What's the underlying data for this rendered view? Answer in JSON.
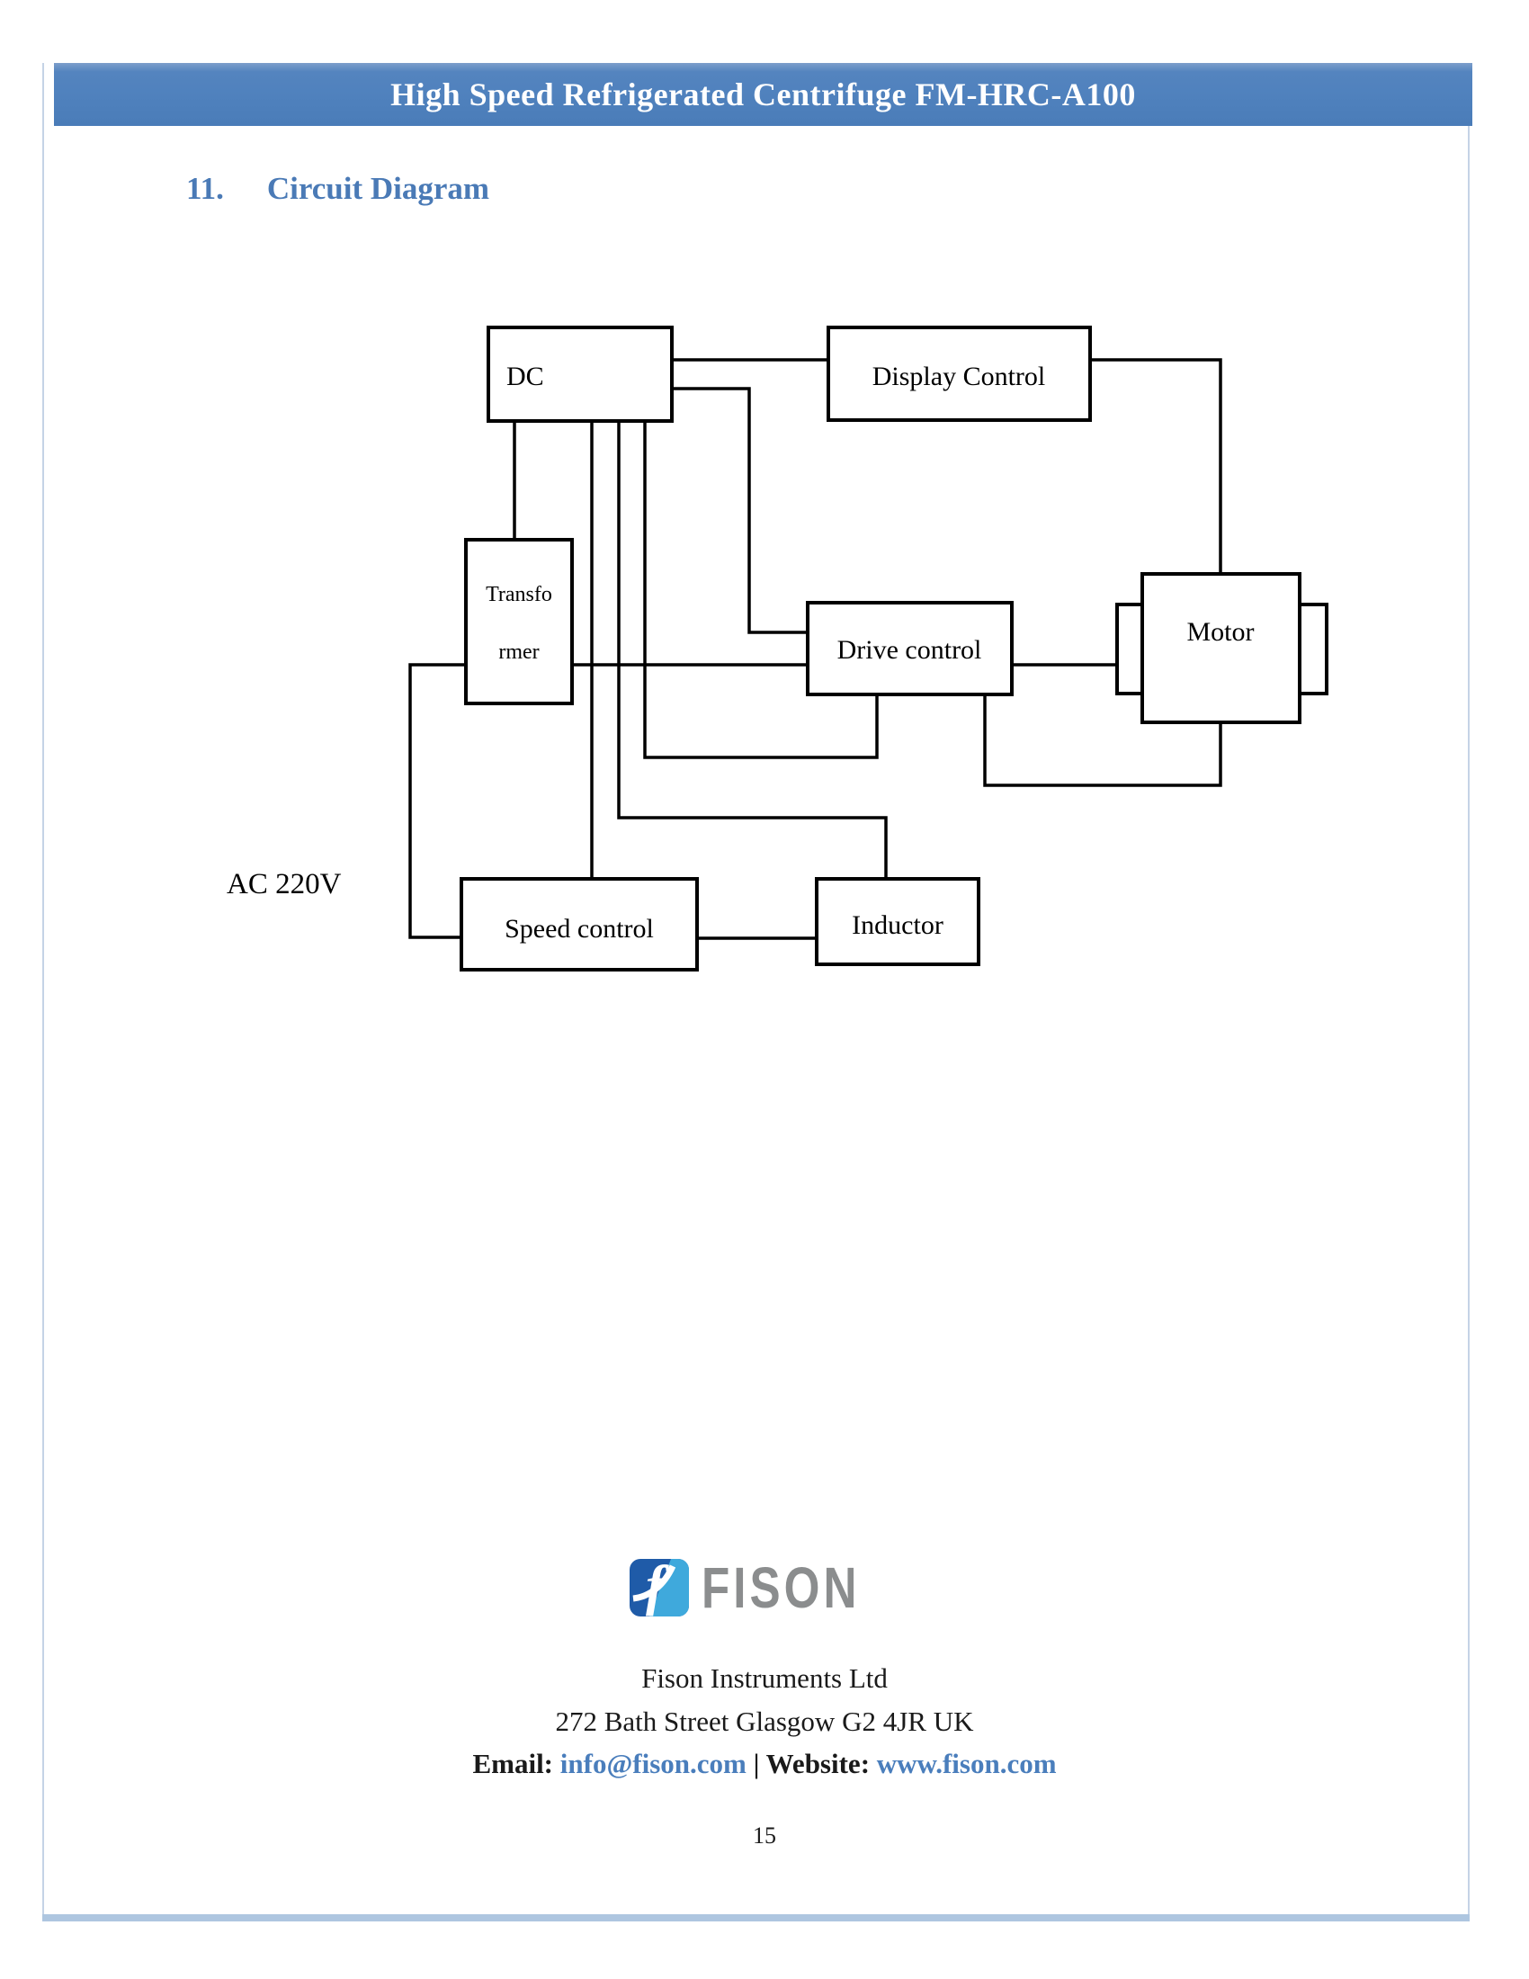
{
  "header": {
    "title": "High Speed Refrigerated Centrifuge FM-HRC-A100"
  },
  "section": {
    "number": "11.",
    "title": "Circuit Diagram"
  },
  "diagram": {
    "ac_label": "AC 220V",
    "nodes": {
      "dc": "DC",
      "display": "Display Control",
      "transformer_line1": "Transfo",
      "transformer_line2": "rmer",
      "drive": "Drive control",
      "motor": "Motor",
      "speed": "Speed control",
      "inductor": "Inductor"
    }
  },
  "footer": {
    "logo_text": "FISON",
    "company": "Fison Instruments Ltd",
    "address": "272 Bath Street Glasgow G2 4JR UK",
    "email_label": "Email:",
    "email": "info@fison.com",
    "separator": "|",
    "website_label": "Website:",
    "website": "www.fison.com",
    "page_number": "15"
  },
  "colors": {
    "header_bar": "#4f81bd",
    "section_heading": "#4a7ab6",
    "link": "#4a7ebc",
    "bottom_bar": "#aec6e0",
    "diagram_line": "#000000",
    "logo_text_gray": "#8b8d8e",
    "logo_blue_dark": "#1f5ba8",
    "logo_blue_light": "#3fa9dc"
  }
}
